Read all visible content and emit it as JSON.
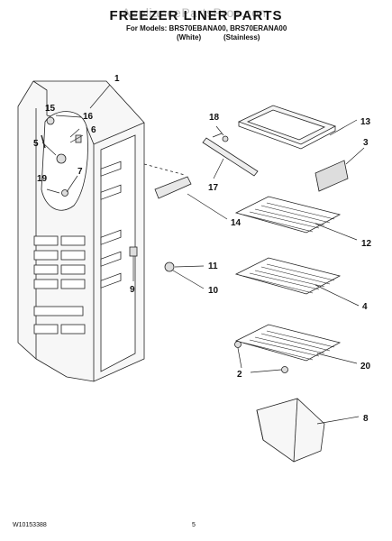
{
  "header": {
    "watermark": "AppliancePartsPros.com",
    "title": "FREEZER LINER PARTS",
    "models_line": "For Models: BRS70EBANA00, BRS70ERANA00",
    "variant_white": "(White)",
    "variant_stainless": "(Stainless)"
  },
  "callouts": [
    "1",
    "15",
    "16",
    "6",
    "5",
    "7",
    "19",
    "18",
    "17",
    "13",
    "3",
    "14",
    "12",
    "11",
    "10",
    "9",
    "4",
    "2",
    "20",
    "8"
  ],
  "footer": {
    "doc_number": "W10153388",
    "page_number": "5"
  }
}
